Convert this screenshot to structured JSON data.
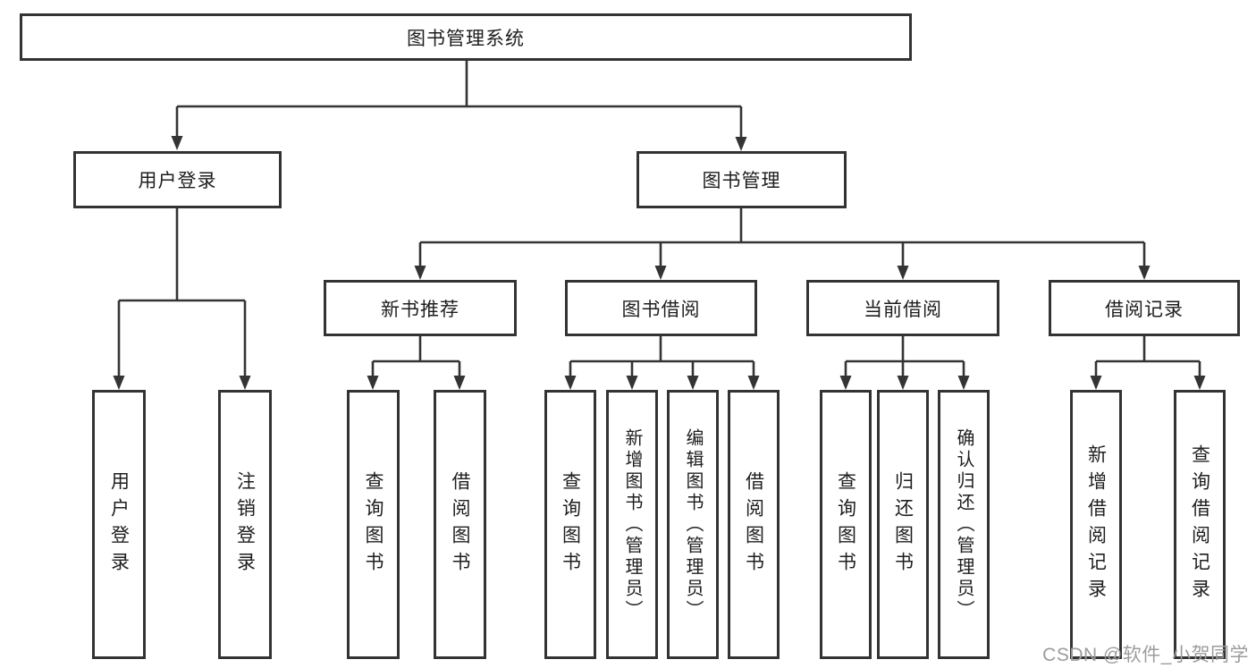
{
  "diagram_title": "图书管理系统",
  "colors": {
    "line": "#343434",
    "box_border": "#333333",
    "text": "#1e1e1e",
    "watermark": "#9c9c9c",
    "background": "#ffffff"
  },
  "tree": {
    "root": {
      "label": "图书管理系统"
    },
    "branches": [
      {
        "label": "用户登录",
        "children": [
          {
            "label": "用户登录"
          },
          {
            "label": "注销登录"
          }
        ]
      },
      {
        "label": "图书管理",
        "children": [
          {
            "label": "新书推荐",
            "children": [
              {
                "label": "查询图书"
              },
              {
                "label": "借阅图书"
              }
            ]
          },
          {
            "label": "图书借阅",
            "children": [
              {
                "label": "查询图书"
              },
              {
                "label": "新增图书（管理员）"
              },
              {
                "label": "编辑图书（管理员）"
              },
              {
                "label": "借阅图书"
              }
            ]
          },
          {
            "label": "当前借阅",
            "children": [
              {
                "label": "查询图书"
              },
              {
                "label": "归还图书"
              },
              {
                "label": "确认归还（管理员）"
              }
            ]
          },
          {
            "label": "借阅记录",
            "children": [
              {
                "label": "新增借阅记录"
              },
              {
                "label": "查询借阅记录"
              }
            ]
          }
        ]
      }
    ]
  },
  "watermark": {
    "text": "CSDN @软件_小贺同学"
  }
}
